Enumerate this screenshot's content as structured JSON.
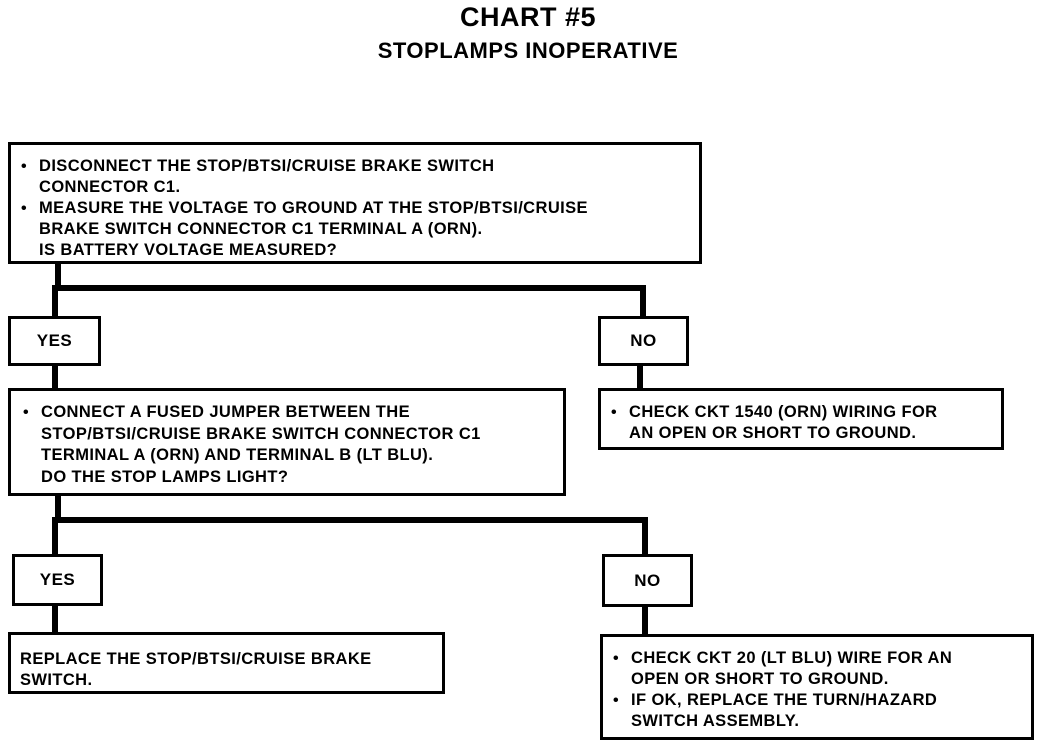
{
  "chart": {
    "title": "CHART #5",
    "subtitle": "STOPLAMPS INOPERATIVE"
  },
  "step1": {
    "items": [
      [
        "DISCONNECT THE STOP/BTSI/CRUISE BRAKE SWITCH",
        "CONNECTOR C1."
      ],
      [
        "MEASURE THE VOLTAGE TO GROUND AT THE STOP/BTSI/CRUISE",
        "BRAKE SWITCH CONNECTOR C1 TERMINAL A (ORN)."
      ]
    ],
    "question": "IS BATTERY VOLTAGE MEASURED?"
  },
  "step1_yes": "YES",
  "step1_no": "NO",
  "step2": {
    "items": [
      [
        "CONNECT A FUSED JUMPER BETWEEN THE",
        "STOP/BTSI/CRUISE BRAKE SWITCH CONNECTOR C1",
        "TERMINAL A (ORN) AND TERMINAL B (LT BLU)."
      ]
    ],
    "question": "DO THE STOP LAMPS LIGHT?"
  },
  "step1_no_action": {
    "items": [
      [
        "CHECK CKT 1540 (ORN) WIRING FOR",
        "AN OPEN OR SHORT TO GROUND."
      ]
    ]
  },
  "step2_yes": "YES",
  "step2_no": "NO",
  "step2_yes_action": {
    "lines": [
      "REPLACE THE STOP/BTSI/CRUISE BRAKE",
      "SWITCH."
    ]
  },
  "step2_no_action": {
    "items": [
      [
        "CHECK CKT 20 (LT BLU) WIRE FOR AN",
        "OPEN OR SHORT TO GROUND."
      ],
      [
        "IF OK, REPLACE THE TURN/HAZARD",
        "SWITCH ASSEMBLY."
      ]
    ]
  }
}
